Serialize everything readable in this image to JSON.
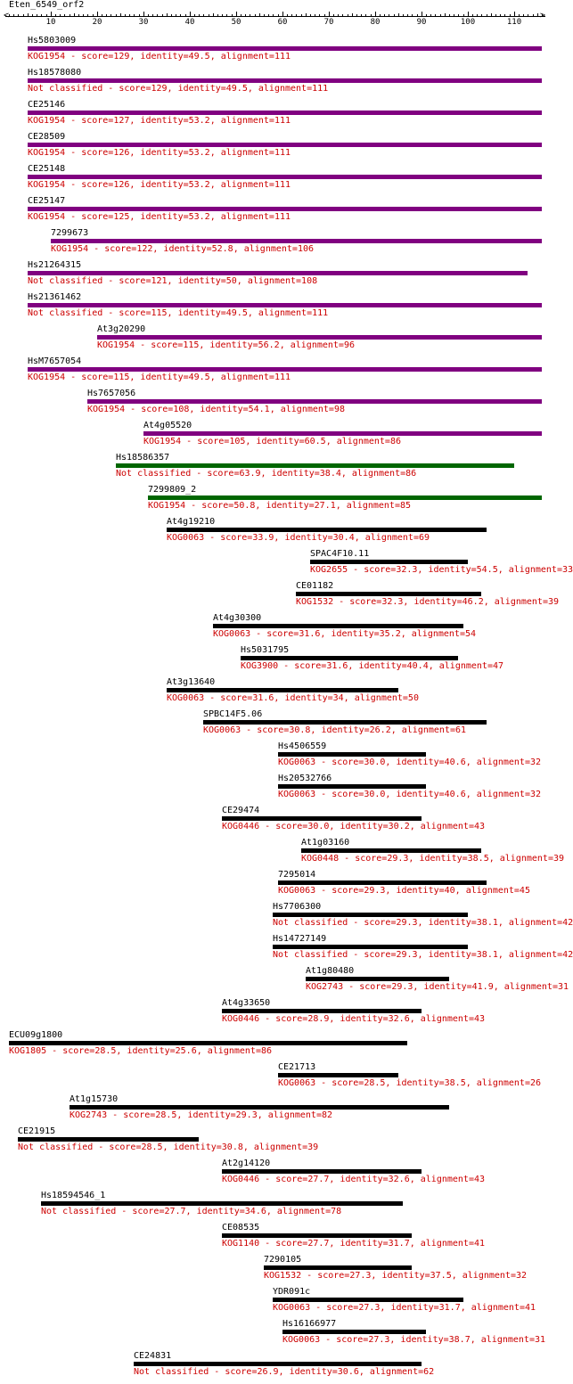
{
  "query_name": "Eten_6549_orf2",
  "axis": {
    "min": 1,
    "max": 116,
    "labels": [
      "10",
      "20",
      "30",
      "40",
      "50",
      "60",
      "70",
      "80",
      "90",
      "100",
      "110"
    ]
  },
  "colors": {
    "high": "#800080",
    "mid": "#006600",
    "low": "#000000",
    "text": "#cc0000"
  },
  "hits": [
    {
      "name": "Hs5803009",
      "start": 5,
      "end": 116,
      "color": "high",
      "desc": "KOG1954 - score=129, identity=49.5, alignment=111"
    },
    {
      "name": "Hs18578080",
      "start": 5,
      "end": 116,
      "color": "high",
      "desc": "Not classified - score=129, identity=49.5, alignment=111"
    },
    {
      "name": "CE25146",
      "start": 5,
      "end": 116,
      "color": "high",
      "desc": "KOG1954 - score=127, identity=53.2, alignment=111"
    },
    {
      "name": "CE28509",
      "start": 5,
      "end": 116,
      "color": "high",
      "desc": "KOG1954 - score=126, identity=53.2, alignment=111"
    },
    {
      "name": "CE25148",
      "start": 5,
      "end": 116,
      "color": "high",
      "desc": "KOG1954 - score=126, identity=53.2, alignment=111"
    },
    {
      "name": "CE25147",
      "start": 5,
      "end": 116,
      "color": "high",
      "desc": "KOG1954 - score=125, identity=53.2, alignment=111"
    },
    {
      "name": "7299673",
      "start": 10,
      "end": 116,
      "color": "high",
      "desc": "KOG1954 - score=122, identity=52.8, alignment=106"
    },
    {
      "name": "Hs21264315",
      "start": 5,
      "end": 113,
      "color": "high",
      "desc": "Not classified - score=121, identity=50, alignment=108"
    },
    {
      "name": "Hs21361462",
      "start": 5,
      "end": 116,
      "color": "high",
      "desc": "Not classified - score=115, identity=49.5, alignment=111"
    },
    {
      "name": "At3g20290",
      "start": 20,
      "end": 116,
      "color": "high",
      "desc": "KOG1954 - score=115, identity=56.2, alignment=96"
    },
    {
      "name": "HsM7657054",
      "start": 5,
      "end": 116,
      "color": "high",
      "desc": "KOG1954 - score=115, identity=49.5, alignment=111"
    },
    {
      "name": "Hs7657056",
      "start": 18,
      "end": 116,
      "color": "high",
      "desc": "KOG1954 - score=108, identity=54.1, alignment=98"
    },
    {
      "name": "At4g05520",
      "start": 30,
      "end": 116,
      "color": "high",
      "desc": "KOG1954 - score=105, identity=60.5, alignment=86"
    },
    {
      "name": "Hs18586357",
      "start": 24,
      "end": 110,
      "color": "mid",
      "desc": "Not classified - score=63.9, identity=38.4, alignment=86"
    },
    {
      "name": "7299809_2",
      "start": 31,
      "end": 116,
      "color": "mid",
      "desc": "KOG1954 - score=50.8, identity=27.1, alignment=85"
    },
    {
      "name": "At4g19210",
      "start": 35,
      "end": 104,
      "color": "low",
      "desc": "KOG0063 - score=33.9, identity=30.4, alignment=69"
    },
    {
      "name": "SPAC4F10.11",
      "start": 66,
      "end": 100,
      "color": "low",
      "desc": "KOG2655 - score=32.3, identity=54.5, alignment=33"
    },
    {
      "name": "CE01182",
      "start": 63,
      "end": 103,
      "color": "low",
      "desc": "KOG1532 - score=32.3, identity=46.2, alignment=39"
    },
    {
      "name": "At4g30300",
      "start": 45,
      "end": 99,
      "color": "low",
      "desc": "KOG0063 - score=31.6, identity=35.2, alignment=54"
    },
    {
      "name": "Hs5031795",
      "start": 51,
      "end": 98,
      "color": "low",
      "desc": "KOG3900 - score=31.6, identity=40.4, alignment=47"
    },
    {
      "name": "At3g13640",
      "start": 35,
      "end": 85,
      "color": "low",
      "desc": "KOG0063 - score=31.6, identity=34, alignment=50"
    },
    {
      "name": "SPBC14F5.06",
      "start": 43,
      "end": 104,
      "color": "low",
      "desc": "KOG0063 - score=30.8, identity=26.2, alignment=61"
    },
    {
      "name": "Hs4506559",
      "start": 59,
      "end": 91,
      "color": "low",
      "desc": "KOG0063 - score=30.0, identity=40.6, alignment=32"
    },
    {
      "name": "Hs20532766",
      "start": 59,
      "end": 91,
      "color": "low",
      "desc": "KOG0063 - score=30.0, identity=40.6, alignment=32"
    },
    {
      "name": "CE29474",
      "start": 47,
      "end": 90,
      "color": "low",
      "desc": "KOG0446 - score=30.0, identity=30.2, alignment=43"
    },
    {
      "name": "At1g03160",
      "start": 64,
      "end": 103,
      "color": "low",
      "desc": "KOG0448 - score=29.3, identity=38.5, alignment=39"
    },
    {
      "name": "7295014",
      "start": 59,
      "end": 104,
      "color": "low",
      "desc": "KOG0063 - score=29.3, identity=40, alignment=45"
    },
    {
      "name": "Hs7706300",
      "start": 58,
      "end": 100,
      "color": "low",
      "desc": "Not classified - score=29.3, identity=38.1, alignment=42"
    },
    {
      "name": "Hs14727149",
      "start": 58,
      "end": 100,
      "color": "low",
      "desc": "Not classified - score=29.3, identity=38.1, alignment=42"
    },
    {
      "name": "At1g80480",
      "start": 65,
      "end": 96,
      "color": "low",
      "desc": "KOG2743 - score=29.3, identity=41.9, alignment=31"
    },
    {
      "name": "At4g33650",
      "start": 47,
      "end": 90,
      "color": "low",
      "desc": "KOG0446 - score=28.9, identity=32.6, alignment=43"
    },
    {
      "name": "ECU09g1800",
      "start": 1,
      "end": 87,
      "color": "low",
      "desc": "KOG1805 - score=28.5, identity=25.6, alignment=86"
    },
    {
      "name": "CE21713",
      "start": 59,
      "end": 85,
      "color": "low",
      "desc": "KOG0063 - score=28.5, identity=38.5, alignment=26"
    },
    {
      "name": "At1g15730",
      "start": 14,
      "end": 96,
      "color": "low",
      "desc": "KOG2743 - score=28.5, identity=29.3, alignment=82"
    },
    {
      "name": "CE21915",
      "start": 3,
      "end": 42,
      "color": "low",
      "desc": "Not classified - score=28.5, identity=30.8, alignment=39"
    },
    {
      "name": "At2g14120",
      "start": 47,
      "end": 90,
      "color": "low",
      "desc": "KOG0446 - score=27.7, identity=32.6, alignment=43"
    },
    {
      "name": "Hs18594546_1",
      "start": 8,
      "end": 86,
      "color": "low",
      "desc": "Not classified - score=27.7, identity=34.6, alignment=78"
    },
    {
      "name": "CE08535",
      "start": 47,
      "end": 88,
      "color": "low",
      "desc": "KOG1140 - score=27.7, identity=31.7, alignment=41"
    },
    {
      "name": "7290105",
      "start": 56,
      "end": 88,
      "color": "low",
      "desc": "KOG1532 - score=27.3, identity=37.5, alignment=32"
    },
    {
      "name": "YDR091c",
      "start": 58,
      "end": 99,
      "color": "low",
      "desc": "KOG0063 - score=27.3, identity=31.7, alignment=41"
    },
    {
      "name": "Hs16166977",
      "start": 60,
      "end": 91,
      "color": "low",
      "desc": "KOG0063 - score=27.3, identity=38.7, alignment=31"
    },
    {
      "name": "CE24831",
      "start": 28,
      "end": 90,
      "color": "low",
      "desc": "Not classified - score=26.9, identity=30.6, alignment=62"
    }
  ]
}
